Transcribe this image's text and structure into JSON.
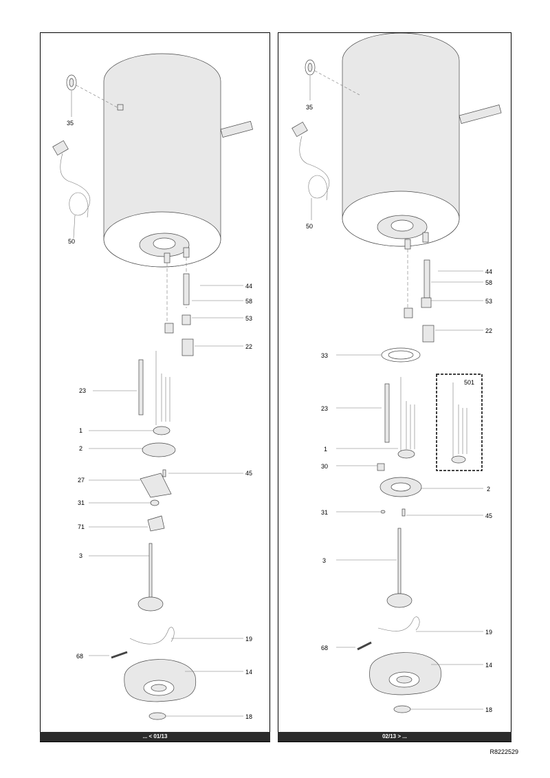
{
  "panels": [
    {
      "footer": "... < 01/13",
      "labels": [
        "35",
        "50",
        "44",
        "58",
        "53",
        "22",
        "23",
        "1",
        "2",
        "27",
        "45",
        "31",
        "71",
        "3",
        "19",
        "68",
        "14",
        "18"
      ]
    },
    {
      "footer": "02/13 > ...",
      "labels": [
        "35",
        "50",
        "44",
        "58",
        "53",
        "22",
        "33",
        "501",
        "23",
        "1",
        "30",
        "2",
        "31",
        "45",
        "3",
        "19",
        "68",
        "14",
        "18"
      ]
    }
  ],
  "document_ref": "R8222529"
}
